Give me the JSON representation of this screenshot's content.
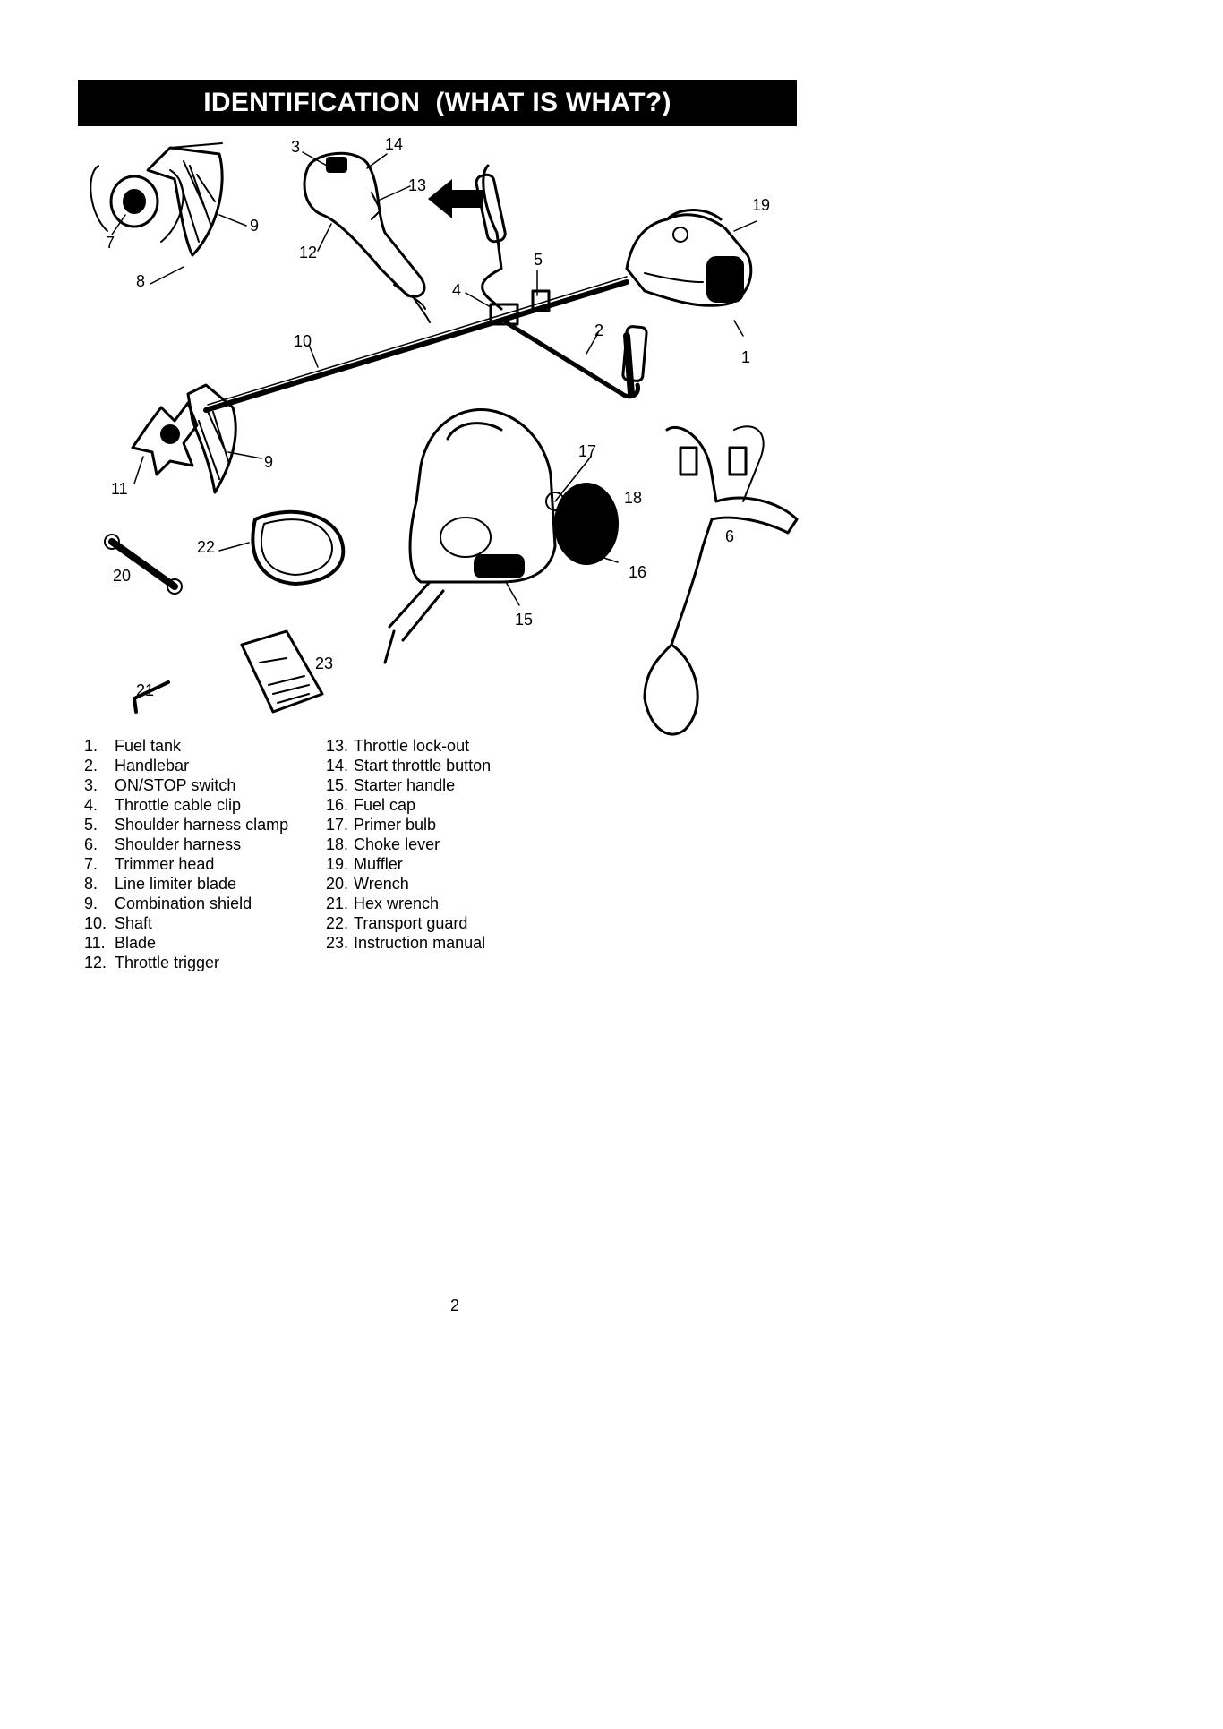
{
  "title": "IDENTIFICATION  (WHAT IS WHAT?)",
  "callouts": [
    {
      "id": "c3",
      "text": "3"
    },
    {
      "id": "c14",
      "text": "14"
    },
    {
      "id": "c13",
      "text": "13"
    },
    {
      "id": "c19",
      "text": "19"
    },
    {
      "id": "c7",
      "text": "7"
    },
    {
      "id": "c9a",
      "text": "9"
    },
    {
      "id": "c12",
      "text": "12"
    },
    {
      "id": "c5",
      "text": "5"
    },
    {
      "id": "c8",
      "text": "8"
    },
    {
      "id": "c4",
      "text": "4"
    },
    {
      "id": "c2",
      "text": "2"
    },
    {
      "id": "c10",
      "text": "10"
    },
    {
      "id": "c1",
      "text": "1"
    },
    {
      "id": "c17",
      "text": "17"
    },
    {
      "id": "c9b",
      "text": "9"
    },
    {
      "id": "c11",
      "text": "11"
    },
    {
      "id": "c18",
      "text": "18"
    },
    {
      "id": "c22",
      "text": "22"
    },
    {
      "id": "c6",
      "text": "6"
    },
    {
      "id": "c16",
      "text": "16"
    },
    {
      "id": "c20",
      "text": "20"
    },
    {
      "id": "c15",
      "text": "15"
    },
    {
      "id": "c23",
      "text": "23"
    },
    {
      "id": "c21",
      "text": "21"
    }
  ],
  "parts_left": [
    {
      "num": "1.",
      "name": "Fuel tank"
    },
    {
      "num": "2.",
      "name": "Handlebar"
    },
    {
      "num": "3.",
      "name": "ON/STOP switch"
    },
    {
      "num": "4.",
      "name": "Throttle cable clip"
    },
    {
      "num": "5.",
      "name": "Shoulder harness clamp"
    },
    {
      "num": "6.",
      "name": "Shoulder harness"
    },
    {
      "num": "7.",
      "name": "Trimmer head"
    },
    {
      "num": "8.",
      "name": "Line limiter blade"
    },
    {
      "num": "9.",
      "name": "Combination shield"
    },
    {
      "num": "10.",
      "name": "Shaft"
    },
    {
      "num": "11.",
      "name": "Blade"
    },
    {
      "num": "12.",
      "name": "Throttle trigger"
    }
  ],
  "parts_right": [
    {
      "num": "13.",
      "name": "Throttle lock-out"
    },
    {
      "num": "14.",
      "name": "Start throttle button"
    },
    {
      "num": "15.",
      "name": "Starter handle"
    },
    {
      "num": "16.",
      "name": "Fuel cap"
    },
    {
      "num": "17.",
      "name": "Primer bulb"
    },
    {
      "num": "18.",
      "name": "Choke lever"
    },
    {
      "num": "19.",
      "name": "Muffler"
    },
    {
      "num": "20.",
      "name": "Wrench"
    },
    {
      "num": "21.",
      "name": "Hex wrench"
    },
    {
      "num": "22.",
      "name": "Transport guard"
    },
    {
      "num": "23.",
      "name": "Instruction manual"
    }
  ],
  "page_number": "2"
}
